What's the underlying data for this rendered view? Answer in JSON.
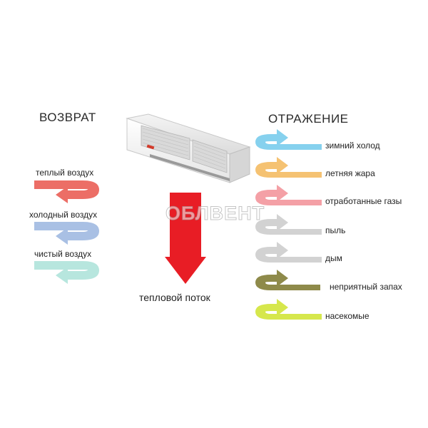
{
  "left": {
    "title": "ВОЗВРАТ",
    "items": [
      {
        "label": "теплый воздух",
        "color": "#ec6e66"
      },
      {
        "label": "холодный воздух",
        "color": "#a9c0e4"
      },
      {
        "label": "чистый воздух",
        "color": "#b7e6de"
      }
    ]
  },
  "right": {
    "title": "ОТРАЖЕНИЕ",
    "items": [
      {
        "label": "зимний холод",
        "color": "#86d1ee"
      },
      {
        "label": "летняя жара",
        "color": "#f5c272"
      },
      {
        "label": "отработанные газы",
        "color": "#f4a0a6"
      },
      {
        "label": "пыль",
        "color": "#d2d2d2"
      },
      {
        "label": "дым",
        "color": "#d2d2d2"
      },
      {
        "label": "неприятный запах",
        "color": "#8e8a4a"
      },
      {
        "label": "насекомые",
        "color": "#d6e74c"
      }
    ]
  },
  "center": {
    "flow_label": "тепловой поток",
    "arrow_color": "#e81d25"
  },
  "watermark": {
    "text": "ОБЛВЕНТ"
  }
}
